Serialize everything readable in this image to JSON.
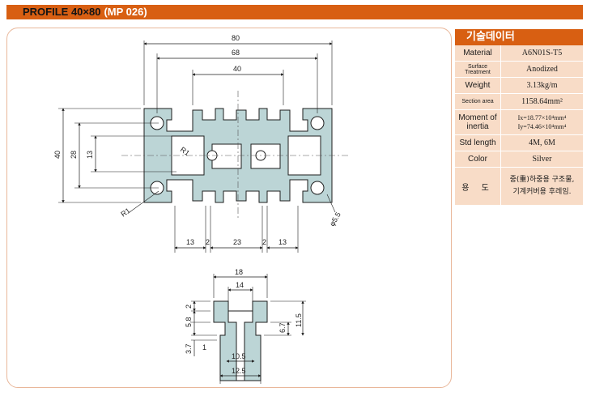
{
  "header": {
    "title": "PROFILE 40×80",
    "code": "(MP 026)"
  },
  "spec": {
    "heading": "기술데이터",
    "rows": [
      {
        "key": "Material",
        "value": "A6N01S-T5"
      },
      {
        "key": "Surface Treatment",
        "value": "Anodized"
      },
      {
        "key": "Weight",
        "value": "3.13kg/m"
      },
      {
        "key": "Section area",
        "value": "1158.64mm²"
      },
      {
        "key": "Moment of inertia",
        "value": "Ix=18.77×10⁴mm⁴",
        "value2": "Iy=74.46×10⁴mm⁴"
      },
      {
        "key": "Std length",
        "value": "4M, 6M"
      },
      {
        "key": "Color",
        "value": "Silver"
      },
      {
        "key": "용 도",
        "value": "중(重)하중용 구조물,",
        "value2": "기계커버용 후레임."
      }
    ]
  },
  "profile": {
    "width_dims": [
      "80",
      "68",
      "40"
    ],
    "height_dims": [
      "40",
      "28",
      "13"
    ],
    "bottom_dims": [
      "13",
      "2",
      "23",
      "2",
      "13"
    ],
    "radii": [
      "R1",
      "R1"
    ],
    "hole": "φ5.5"
  },
  "slot": {
    "top_dims": [
      "18",
      "14"
    ],
    "left_dims": [
      "2",
      "5.8",
      "3.7",
      "1"
    ],
    "right_dims": [
      "6.7",
      "11.5"
    ],
    "bottom_dims": [
      "10.5",
      "12.5"
    ]
  },
  "colors": {
    "accent": "#d85f12",
    "table_bg": "#f8dcc7",
    "profile_fill": "#bcd5d6",
    "line": "#1e1e1e"
  }
}
